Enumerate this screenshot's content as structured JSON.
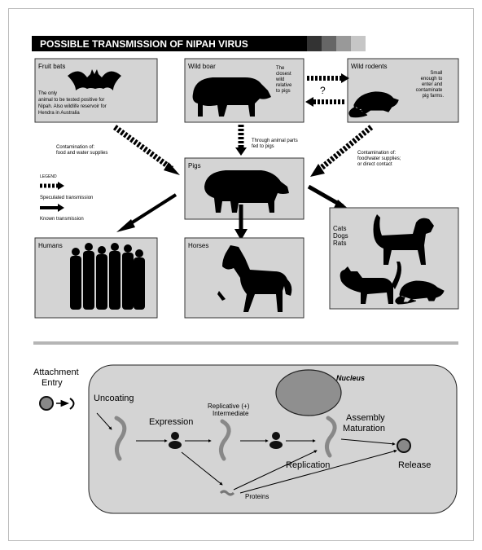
{
  "top": {
    "title": "POSSIBLE TRANSMISSION OF NIPAH VIRUS",
    "boxes": {
      "fruit_bats": {
        "label": "Fruit bats",
        "note_lines": [
          "The only",
          "animal to be tested positive for",
          "Nipah. Also wildlife reservoir for",
          "Hendra in Australia"
        ]
      },
      "wild_boar": {
        "label": "Wild boar",
        "note_lines": [
          "The",
          "closest",
          "wild",
          "relative",
          "to pigs"
        ]
      },
      "wild_rodents": {
        "label": "Wild rodents",
        "note_lines": [
          "Small",
          "enough to",
          "enter and",
          "contaminate",
          "pig farms."
        ]
      },
      "pigs": {
        "label": "Pigs"
      },
      "humans": {
        "label": "Humans"
      },
      "horses": {
        "label": "Horses"
      },
      "cats_dogs_rats": {
        "label_lines": [
          "Cats",
          "Dogs",
          "Rats"
        ]
      }
    },
    "question_mark": "?",
    "notes": {
      "animal_parts_lines": [
        "Through animal parts",
        "fed to pigs"
      ],
      "food_water_lines": [
        "Contamination of:",
        "food and water supplies"
      ],
      "contact_lines": [
        "Contamination of:",
        "food/water supplies;",
        "or direct contact"
      ]
    },
    "legend": {
      "title": "LEGEND",
      "speculated": "Speculated transmission",
      "known": "Known transmission"
    }
  },
  "bottom": {
    "attachment_entry_lines": [
      "Attachment",
      "Entry"
    ],
    "uncoating": "Uncoating",
    "expression": "Expression",
    "replicative_lines": [
      "Replicative (+)",
      "Intermediate"
    ],
    "nucleus": "Nucleus",
    "assembly_lines": [
      "Assembly",
      "Maturation"
    ],
    "replication": "Replication",
    "proteins": "Proteins",
    "release": "Release"
  }
}
